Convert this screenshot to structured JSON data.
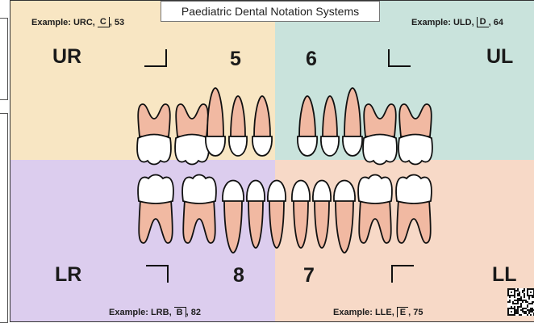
{
  "title": "Paediatric Dental Notation Systems",
  "examples": {
    "urc": {
      "prefix": "Example: URC,",
      "letter": "C",
      "suffix": ", 53"
    },
    "uld": {
      "prefix": "Example: ULD,",
      "letter": "D",
      "suffix": ", 64"
    },
    "lrb": {
      "prefix": "Example: LRB,",
      "letter": "B",
      "suffix": ", 82"
    },
    "lle": {
      "prefix": "Example: LLE,",
      "letter": "E",
      "suffix": ", 75"
    }
  },
  "quadrants": {
    "ur": {
      "label": "UR",
      "digit": "5",
      "color": "#f8e6c3"
    },
    "ul": {
      "label": "UL",
      "digit": "6",
      "color": "#c9e3dc"
    },
    "lr": {
      "label": "LR",
      "digit": "8",
      "color": "#dccdee"
    },
    "ll": {
      "label": "LL",
      "digit": "7",
      "color": "#f7d9c7"
    }
  },
  "colors": {
    "pulp": "#f1b9a2",
    "crown": "#ffffff",
    "outline": "#111111"
  }
}
